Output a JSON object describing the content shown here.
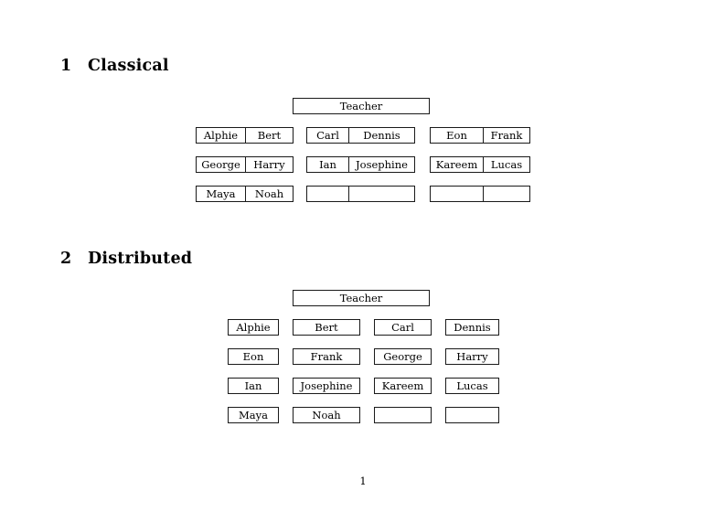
{
  "document": {
    "page_number": "1",
    "sections": [
      {
        "number": "1",
        "title": "Classical",
        "teacher_label": "Teacher",
        "layout": "paired-cells",
        "groups": [
          {
            "rows": [
              {
                "left": "Alphie",
                "right": "Bert"
              },
              {
                "left": "George",
                "right": "Harry"
              },
              {
                "left": "Maya",
                "right": "Noah"
              }
            ]
          },
          {
            "rows": [
              {
                "left": "Carl",
                "right": "Dennis"
              },
              {
                "left": "Ian",
                "right": "Josephine"
              },
              {
                "left": "",
                "right": ""
              }
            ]
          },
          {
            "rows": [
              {
                "left": "Eon",
                "right": "Frank"
              },
              {
                "left": "Kareem",
                "right": "Lucas"
              },
              {
                "left": "",
                "right": ""
              }
            ]
          }
        ]
      },
      {
        "number": "2",
        "title": "Distributed",
        "teacher_label": "Teacher",
        "layout": "grid",
        "grid": [
          [
            "Alphie",
            "Bert",
            "Carl",
            "Dennis"
          ],
          [
            "Eon",
            "Frank",
            "George",
            "Harry"
          ],
          [
            "Ian",
            "Josephine",
            "Kareem",
            "Lucas"
          ],
          [
            "Maya",
            "Noah",
            "",
            ""
          ]
        ]
      }
    ]
  },
  "colors": {
    "page_background": "#ffffff",
    "text": "#000000",
    "box_border": "#1a1a1a"
  }
}
